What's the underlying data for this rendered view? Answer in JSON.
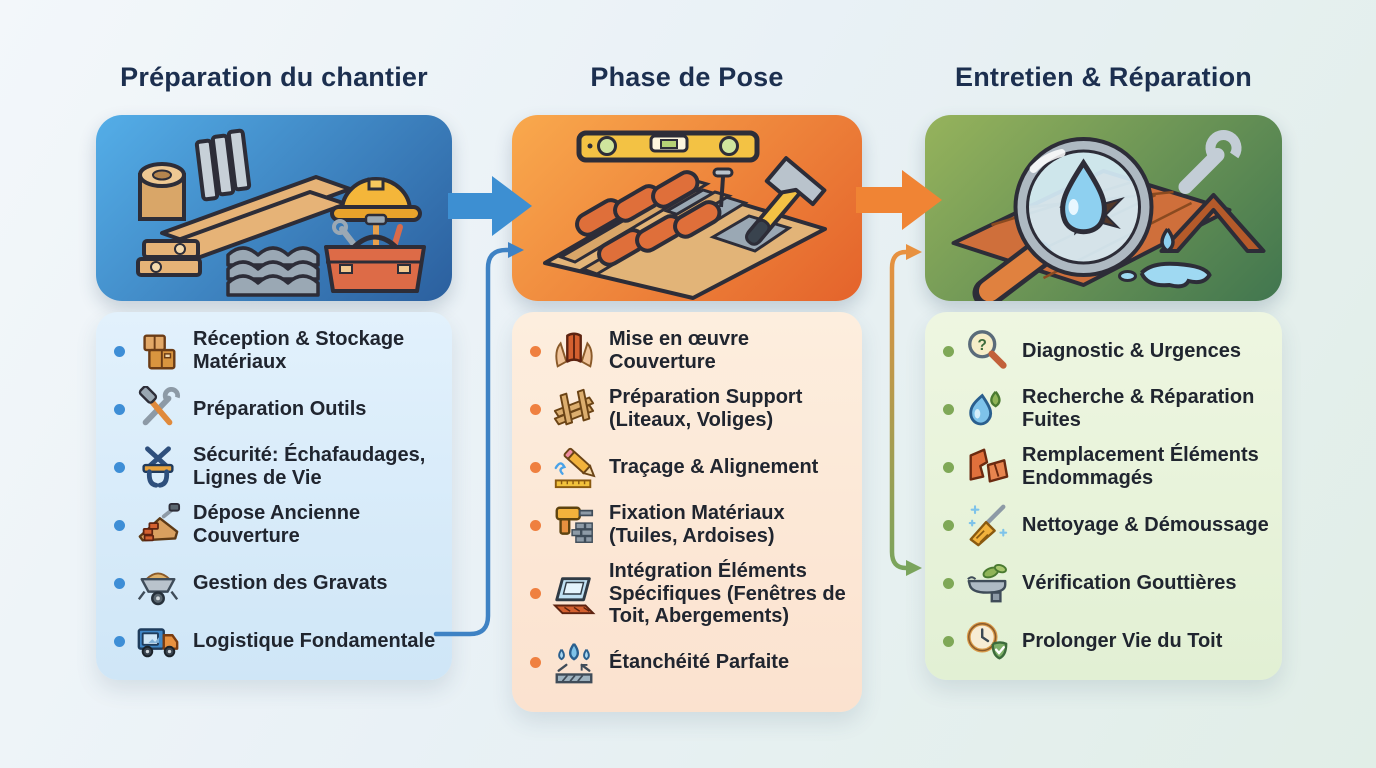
{
  "page": {
    "background_colors": [
      "#f3f7fa",
      "#e9f1f6",
      "#e1eee7"
    ],
    "title_color": "#1c2f4f",
    "item_text_color": "#20252f"
  },
  "columns": [
    {
      "title": "Préparation du chantier",
      "accent": "#3e8ed6",
      "header_gradient": [
        "#54aee8",
        "#2b5f9e"
      ],
      "card_gradient": [
        "#e2f1fc",
        "#cfe6f7"
      ],
      "illustration": "materials-and-toolbox-illustration",
      "items": [
        {
          "icon": "boxes-icon",
          "label": "Réception & Stockage Matériaux"
        },
        {
          "icon": "tools-icon",
          "label": "Préparation Outils"
        },
        {
          "icon": "safety-harness-icon",
          "label": "Sécurité: Échafaudages, Lignes de Vie"
        },
        {
          "icon": "roof-removal-icon",
          "label": "Dépose Ancienne Couverture"
        },
        {
          "icon": "wheelbarrow-icon",
          "label": "Gestion des Gravats"
        },
        {
          "icon": "truck-icon",
          "label": "Logistique Fondamentale"
        }
      ]
    },
    {
      "title": "Phase de Pose",
      "accent": "#ef8040",
      "header_gradient": [
        "#f9a94d",
        "#e4632b"
      ],
      "card_gradient": [
        "#fdeede",
        "#fbe2cf"
      ],
      "illustration": "roof-installation-illustration",
      "items": [
        {
          "icon": "tile-hands-icon",
          "label": "Mise en œuvre Couverture"
        },
        {
          "icon": "battens-icon",
          "label": "Préparation Support (Liteaux, Voliges)"
        },
        {
          "icon": "tracing-icon",
          "label": "Traçage & Alignement"
        },
        {
          "icon": "drill-icon",
          "label": "Fixation Matériaux (Tuiles, Ardoises)"
        },
        {
          "icon": "skylight-icon",
          "label": "Intégration Éléments Spécifiques (Fenêtres de Toit, Abergements)"
        },
        {
          "icon": "waterproofing-icon",
          "label": "Étanchéité Parfaite"
        }
      ]
    },
    {
      "title": "Entretien & Réparation",
      "accent": "#7fa857",
      "header_gradient": [
        "#96b35c",
        "#41764f"
      ],
      "card_gradient": [
        "#eef6e1",
        "#e2f0d4"
      ],
      "illustration": "roof-inspection-illustration",
      "items": [
        {
          "icon": "magnifier-question-icon",
          "label": "Diagnostic & Urgences"
        },
        {
          "icon": "leak-drops-icon",
          "label": "Recherche & Réparation Fuites"
        },
        {
          "icon": "broken-tiles-icon",
          "label": "Remplacement Éléments Endommagés"
        },
        {
          "icon": "broom-icon",
          "label": "Nettoyage & Démoussage"
        },
        {
          "icon": "gutter-icon",
          "label": "Vérification Gouttières"
        },
        {
          "icon": "clock-shield-icon",
          "label": "Prolonger Vie du Toit"
        }
      ]
    }
  ],
  "arrows": [
    {
      "from": "preparation-du-chantier",
      "to": "phase-de-pose",
      "color": "#3d8fd2"
    },
    {
      "from": "phase-de-pose",
      "to": "entretien-reparation",
      "color": "#f08434"
    }
  ],
  "connectors": [
    {
      "from": "logistique-fondamentale-item",
      "to": "phase-de-pose-header",
      "color": "#3e82c4"
    },
    {
      "between": "phase-de-pose-and-entretien",
      "to": "entretien-header-and-verification-gouttieres",
      "color_top": "#e8913f",
      "color_bottom": "#7aa45c"
    }
  ]
}
